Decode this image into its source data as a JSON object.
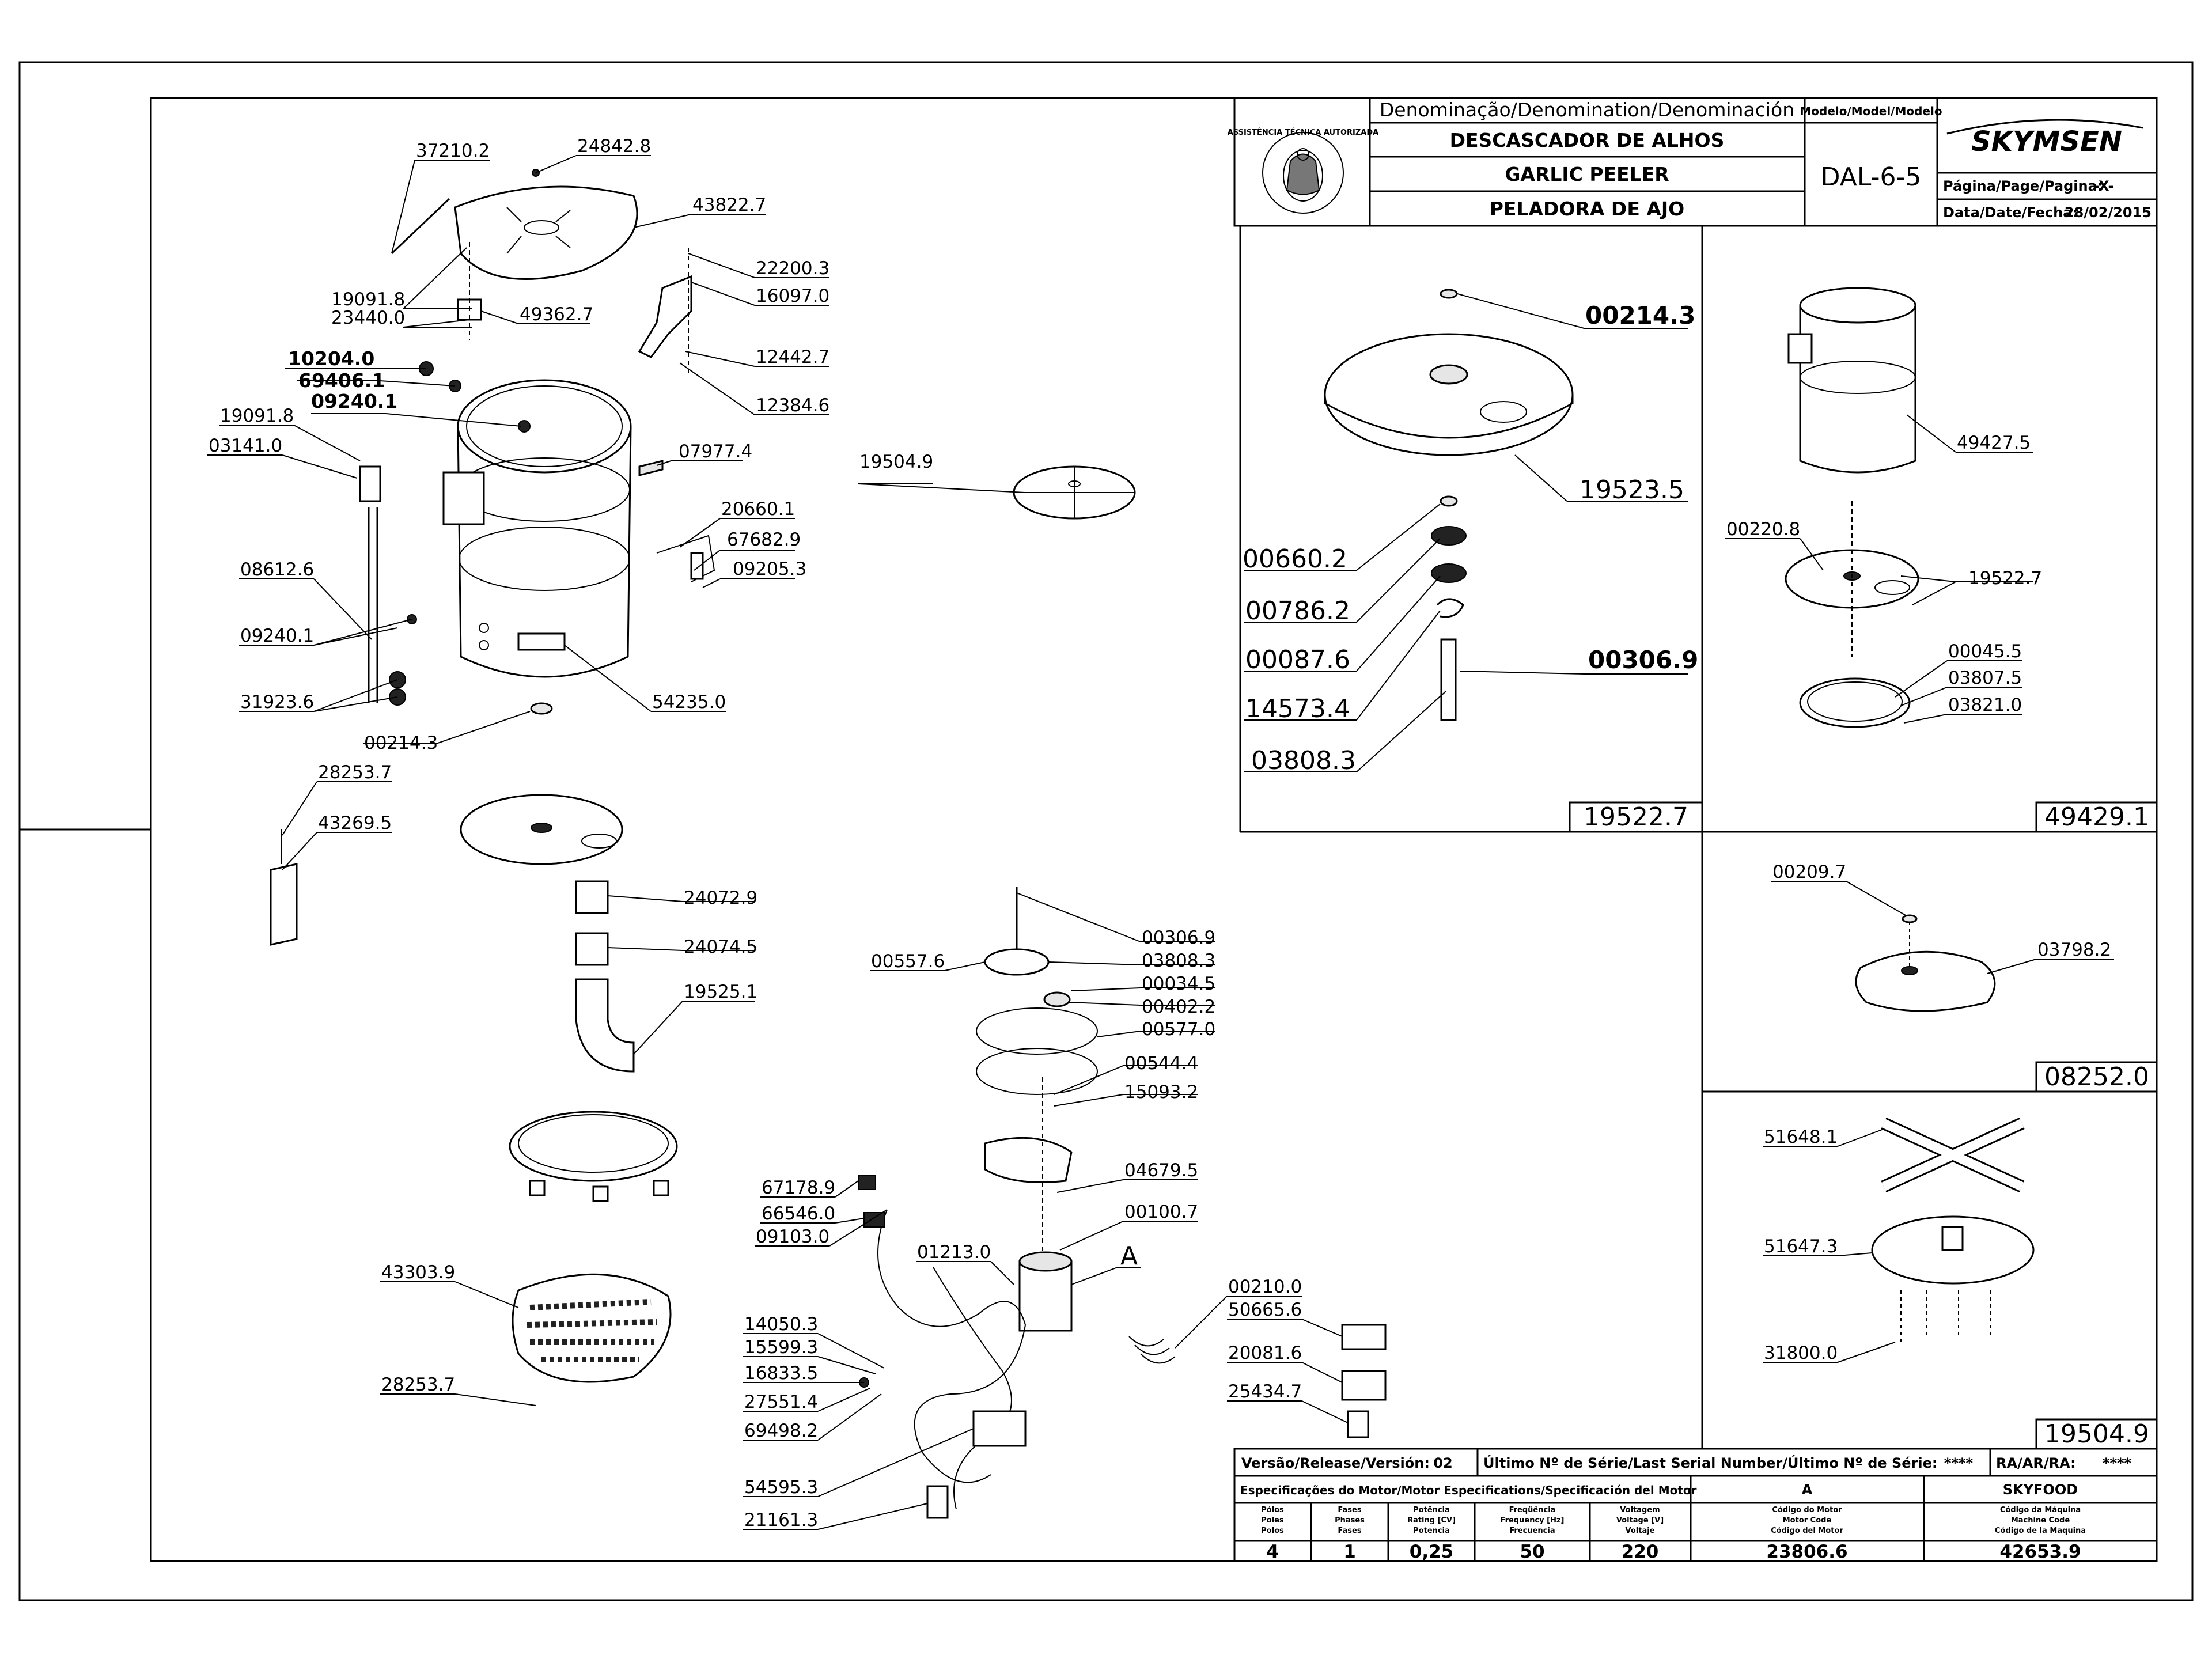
{
  "title_block": {
    "header_denomination": "Denominação/Denomination/Denominación",
    "header_model": "Modelo/Model/Modelo",
    "name_pt": "DESCASCADOR DE ALHOS",
    "name_en": "GARLIC PEELER",
    "name_es": "PELADORA DE AJO",
    "model": "DAL-6-5",
    "brand": "SKYMSEN",
    "page_label": "Página/Page/Pagina:",
    "page_value": "-X-",
    "date_label": "Data/Date/Fecha:",
    "date_value": "28/02/2015",
    "seal_text": "ASSISTÊNCIA TÉCNICA AUTORIZADA"
  },
  "bottom_table": {
    "version_label": "Versão/Release/Versión:",
    "version_value": "02",
    "serial_label": "Último Nº de Série/Last Serial Number/Último Nº de Série:",
    "serial_value": "****",
    "ra_label": "RA/AR/RA:",
    "ra_value": "****",
    "motor_spec_label": "Especificações do Motor/Motor Especifications/Specificación del Motor",
    "motor_code_letter": "A",
    "machine_brand": "SKYFOOD",
    "columns": [
      {
        "h1": "Pólos",
        "h2": "Poles",
        "h3": "Polos",
        "value": "4"
      },
      {
        "h1": "Fases",
        "h2": "Phases",
        "h3": "Fases",
        "value": "1"
      },
      {
        "h1": "Potência",
        "h2": "Rating [CV]",
        "h3": "Potencia",
        "value": "0,25"
      },
      {
        "h1": "Freqüência",
        "h2": "Frequency [Hz]",
        "h3": "Frecuencia",
        "value": "50"
      },
      {
        "h1": "Voltagem",
        "h2": "Voltage [V]",
        "h3": "Voltaje",
        "value": "220"
      },
      {
        "h1": "Código do Motor",
        "h2": "Motor Code",
        "h3": "Código del Motor",
        "value": "23806.6"
      },
      {
        "h1": "Código da Máquina",
        "h2": "Machine Code",
        "h3": "Código de la Maquina",
        "value": "42653.9"
      }
    ]
  },
  "labels": {
    "p37210_2": "37210.2",
    "p24842_8": "24842.8",
    "p43822_7": "43822.7",
    "p22200_3": "22200.3",
    "p16097_0": "16097.0",
    "p19091_8a": "19091.8",
    "p23440_0": "23440.0",
    "p49362_7": "49362.7",
    "p12442_7": "12442.7",
    "p12384_6": "12384.6",
    "p10204_0": "10204.0",
    "p69406_1": "69406.1",
    "p09240_1a": "09240.1",
    "p19091_8b": "19091.8",
    "p03141_0": "03141.0",
    "p07977_4": "07977.4",
    "p19504_9a": "19504.9",
    "p20660_1": "20660.1",
    "p67682_9": "67682.9",
    "p09205_3": "09205.3",
    "p08612_6": "08612.6",
    "p09240_1b": "09240.1",
    "p31923_6": "31923.6",
    "p54235_0": "54235.0",
    "p00214_3a": "00214.3",
    "p28253_7a": "28253.7",
    "p43269_5": "43269.5",
    "p24072_9": "24072.9",
    "p24074_5": "24074.5",
    "p19525_1": "19525.1",
    "p00306_9a": "00306.9",
    "p03808_3a": "03808.3",
    "p00557_6": "00557.6",
    "p00034_5": "00034.5",
    "p00402_2": "00402.2",
    "p00577_0": "00577.0",
    "p00544_4": "00544.4",
    "p15093_2": "15093.2",
    "p04679_5": "04679.5",
    "p00100_7": "00100.7",
    "pA": "A",
    "p67178_9": "67178.9",
    "p66546_0": "66546.0",
    "p09103_0": "09103.0",
    "p01213_0": "01213.0",
    "p43303_9": "43303.9",
    "p28253_7b": "28253.7",
    "p14050_3": "14050.3",
    "p15599_3": "15599.3",
    "p16833_5": "16833.5",
    "p27551_4": "27551.4",
    "p69498_2": "69498.2",
    "p54595_3": "54595.3",
    "p21161_3": "21161.3",
    "p00210_0": "00210.0",
    "p50665_6": "50665.6",
    "p20081_6": "20081.6",
    "p25434_7": "25434.7",
    "p00214_3b": "00214.3",
    "p19523_5": "19523.5",
    "p00660_2": "00660.2",
    "p00786_2": "00786.2",
    "p00087_6": "00087.6",
    "p00306_9b": "00306.9",
    "p14573_4": "14573.4",
    "p03808_3b": "03808.3",
    "box_19522_7": "19522.7",
    "p49427_5": "49427.5",
    "p00220_8": "00220.8",
    "p19522_7": "19522.7",
    "p00045_5": "00045.5",
    "p03807_5": "03807.5",
    "p03821_0": "03821.0",
    "box_49429_1": "49429.1",
    "p00209_7": "00209.7",
    "p03798_2": "03798.2",
    "box_08252_0": "08252.0",
    "p51648_1": "51648.1",
    "p51647_3": "51647.3",
    "p31800_0": "31800.0",
    "box_19504_9": "19504.9"
  }
}
